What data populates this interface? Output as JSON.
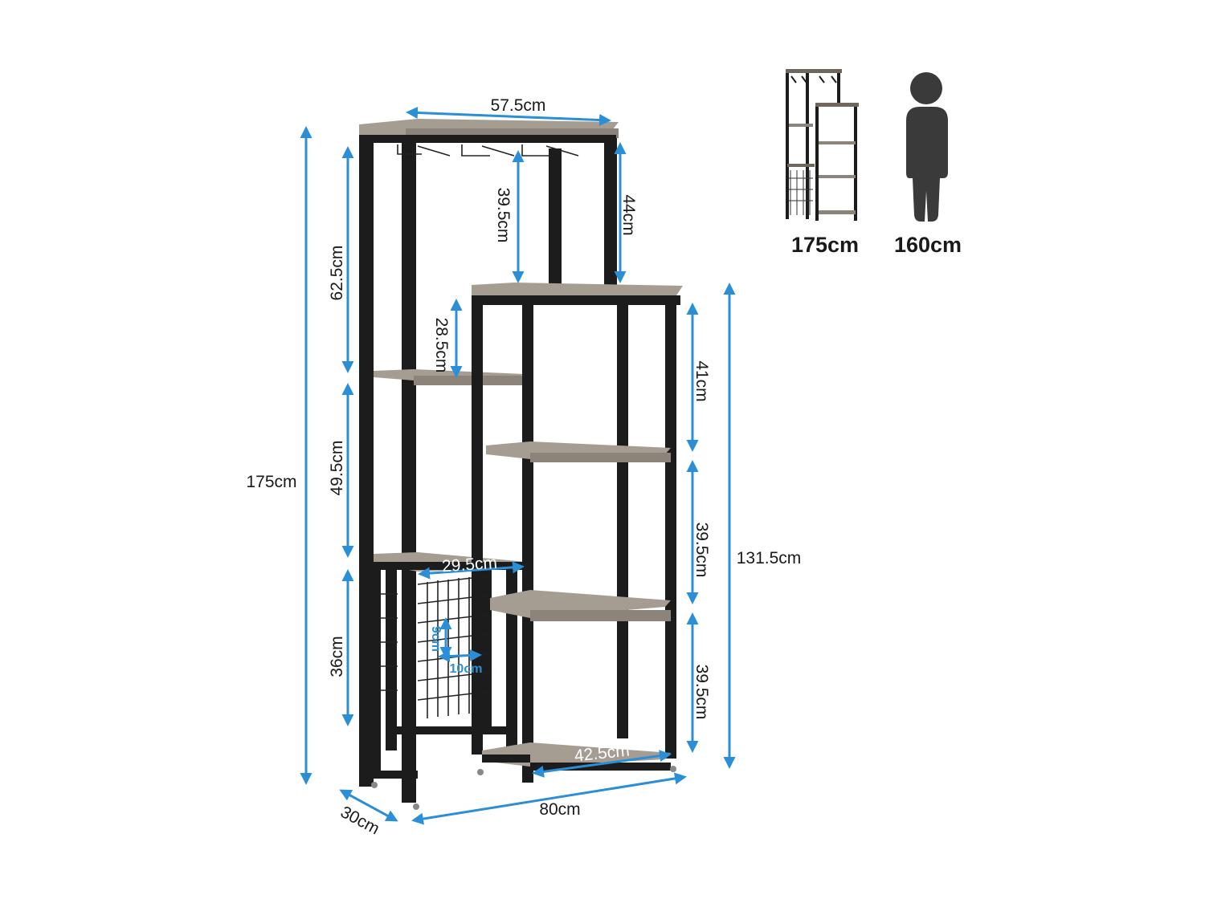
{
  "dimensions": {
    "total_height": "175cm",
    "top_width": "57.5cm",
    "upper_section": "62.5cm",
    "glass_rack_depth": "39.5cm",
    "upper_right": "44cm",
    "left_shelf_gap": "28.5cm",
    "middle_section": "49.5cm",
    "bottom_section": "36cm",
    "left_shelf_width": "29.5cm",
    "mesh_height": "9cm",
    "mesh_width": "10cm",
    "right_top_gap": "41cm",
    "right_mid_gap": "39.5cm",
    "right_bottom_gap": "39.5cm",
    "right_height": "131.5cm",
    "bottom_shelf_width": "42.5cm",
    "depth": "30cm",
    "total_width": "80cm"
  },
  "comparison": {
    "shelf_height": "175cm",
    "person_height": "160cm"
  },
  "colors": {
    "accent": "#2a8fd6",
    "frame": "#1c1c1c",
    "wood": "#8c847a",
    "person": "#3a3a3a"
  },
  "icons": {
    "shelf_thumbnail": "bookshelf-icon",
    "person": "person-icon"
  }
}
